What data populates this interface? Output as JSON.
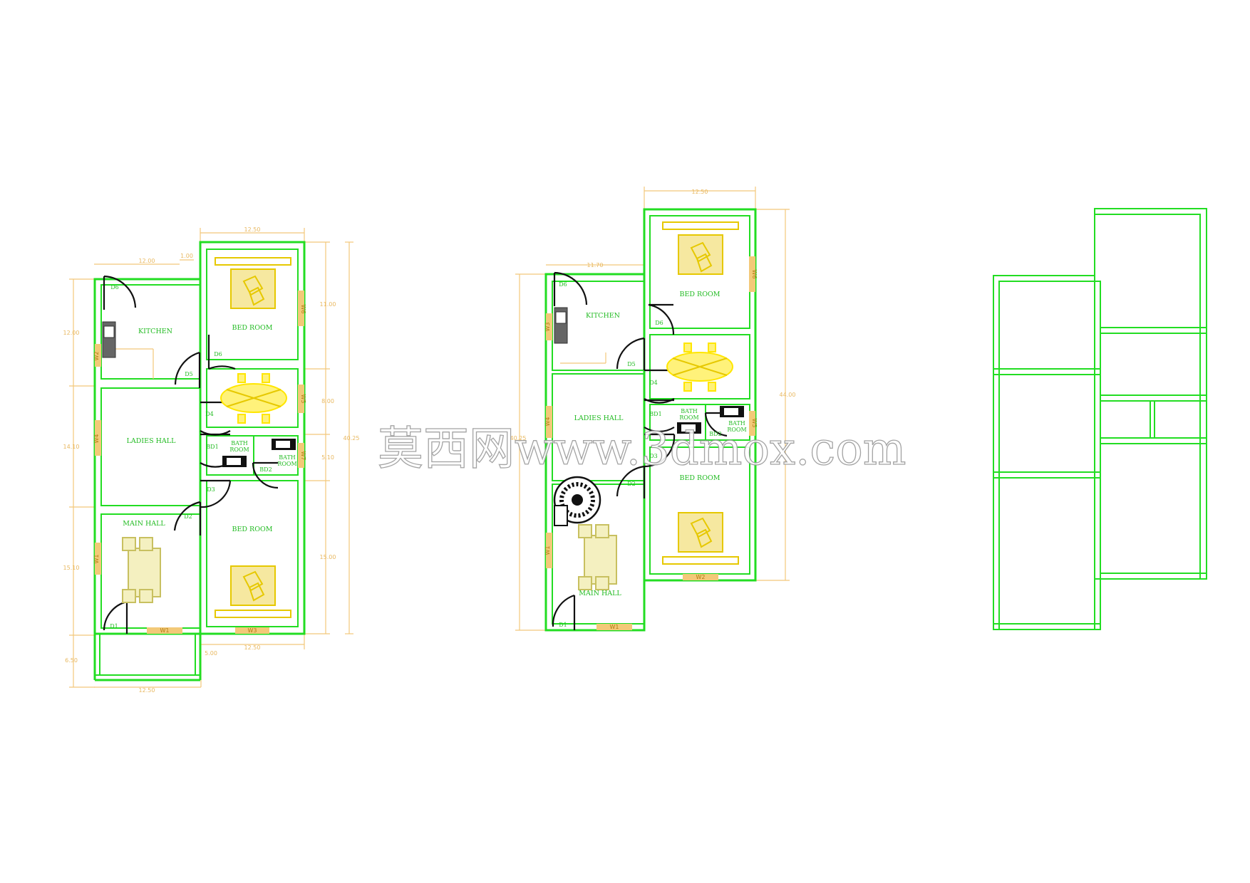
{
  "plans": {
    "ground": {
      "rooms": {
        "kitchen": "KITCHEN",
        "bed_top": "BED ROOM",
        "ladies_hall": "LADIES HALL",
        "bath1_l1": "BATH",
        "bath1_l2": "ROOM",
        "bath2_l1": "BATH",
        "bath2_l2": "ROOM",
        "bed_bottom": "BED ROOM",
        "main_hall": "MAIN HALL"
      },
      "doors": {
        "d6a": "D6",
        "d6b": "D6",
        "d5": "D5",
        "d4": "D4",
        "bd1": "BD1",
        "bd2": "BD2",
        "d3": "D3",
        "d2": "D2",
        "d1": "D1"
      },
      "windows": {
        "w1": "W1",
        "w2": "W2",
        "w3": "W3",
        "w4": "W4",
        "w5": "W5",
        "w6": "W6",
        "w7": "W7"
      },
      "dims": {
        "top_right": "12.50",
        "top_left": "12.00",
        "top_notch": "1.00",
        "left_1": "12.00",
        "left_2": "14.10",
        "left_3": "15.10",
        "left_4": "6.50",
        "right_1": "11.00",
        "right_2": "8.00",
        "right_3": "5.10",
        "right_4": "15.00",
        "right_total": "40.25",
        "bottom_right": "12.50",
        "bottom_notch": "5.00",
        "bottom_left": "12.50"
      }
    },
    "first": {
      "rooms": {
        "kitchen": "KITCHEN",
        "bed_top": "BED ROOM",
        "ladies_hall": "LADIES HALL",
        "bath1_l1": "BATH",
        "bath1_l2": "ROOM",
        "bath2_l1": "BATH",
        "bath2_l2": "ROOM",
        "bed_bottom": "BED ROOM",
        "main_hall": "MAIN HALL"
      },
      "doors": {
        "d6a": "D6",
        "d6b": "D6",
        "d5": "D5",
        "d4": "D4",
        "bd1": "BD1",
        "bd2": "BD2",
        "d3": "D3",
        "d2": "D2",
        "d1": "D1"
      },
      "windows": {
        "w1": "W1",
        "w2": "W2",
        "w3": "W3",
        "w4": "W4",
        "w5": "W5",
        "w6": "W6"
      },
      "dims": {
        "top": "12.50",
        "top_left": "11.70",
        "right_total": "44.00",
        "left_total": "40.25"
      }
    }
  },
  "watermark": "莫西网www.3dmox.com",
  "colors": {
    "wall": "#22dd22",
    "dimension": "#f2c77a",
    "furniture": "#e6c800",
    "label": "#22bb22",
    "door": "#111111"
  }
}
